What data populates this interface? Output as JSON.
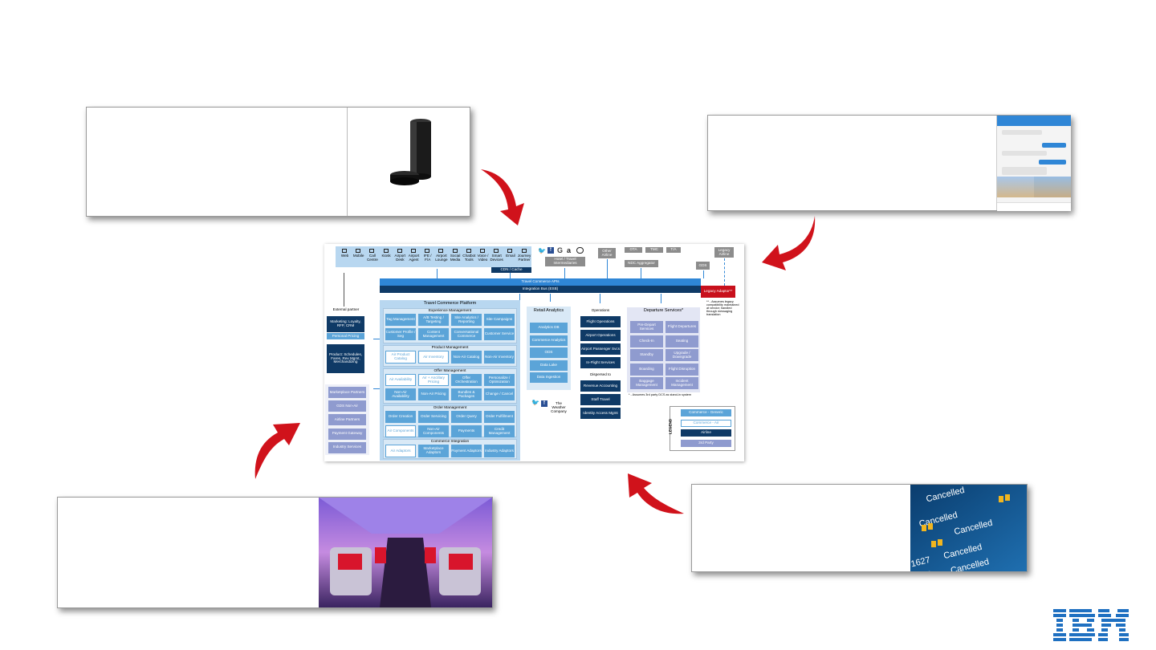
{
  "chart_data": {
    "type": "diagram",
    "channels": [
      {
        "label": "Web"
      },
      {
        "label": "Mobile"
      },
      {
        "label": "Call Centre"
      },
      {
        "label": "Kiosk"
      },
      {
        "label": "Airport Desk"
      },
      {
        "label": "Airport Agent"
      },
      {
        "label": "IFE / F/A"
      },
      {
        "label": "Airport Lounge"
      },
      {
        "label": "Social Media"
      },
      {
        "label": "Chatbot Tools"
      },
      {
        "label": "Voice / Video"
      },
      {
        "label": "Smart Devices"
      },
      {
        "label": "Email"
      },
      {
        "label": "Journey Partner"
      }
    ],
    "cdn_label": "CDN / Cache",
    "social_icons": [
      "twitter-icon",
      "facebook-icon",
      "google-icon",
      "amazon-icon",
      "tripadvisor-icon"
    ],
    "external_top": {
      "intermediaries": "Hotel / Travel Intermediaries",
      "other_airline": "Other Airline",
      "ota": "OTA",
      "tmc": "TMC",
      "ta": "T/A",
      "ndc_aggregator": "NDC Aggregator",
      "gds": "GDS",
      "legacy_airline": "Legacy Airline",
      "legacy_adaptor": "Legacy Adaptor**"
    },
    "bars": {
      "apis": "Travel Commerce APIs",
      "bus": "Integration Bus (ESB)"
    },
    "side_label": "External partner",
    "left_top_blocks": [
      {
        "label": "Marketing: Loyalty, RFP, CRM"
      },
      {
        "label": "Personal Pricing"
      },
      {
        "label": "Product: Schedules, Fares, Rev Mgmt, Merchandizing"
      }
    ],
    "left_bottom_blocks": [
      {
        "label": "Marketplace Partners"
      },
      {
        "label": "GDS Non-Air"
      },
      {
        "label": "Airline Partners"
      },
      {
        "label": "Payment Gateway"
      },
      {
        "label": "Industry Services"
      }
    ],
    "platform": {
      "title": "Travel Commerce Platform",
      "sections": [
        {
          "title": "Experience Management",
          "items": [
            "Tag Management",
            "A/B Testing / Targeting",
            "Site Analytics / Reporting",
            "Site Campaigns",
            "Customer Profile / Seg",
            "Content Management",
            "Conversational Commerce",
            "Customer Service"
          ]
        },
        {
          "title": "Product Management",
          "items": [
            "Air Product Catalog",
            "Air Inventory",
            "Non-Air Catalog",
            "Non-Air Inventory"
          ]
        },
        {
          "title": "Offer Management",
          "items": [
            "Air Availability",
            "Air + Ancillary Pricing",
            "Offer Orchestration",
            "Personalize / Optimization",
            "Non-Air Availability",
            "Non-Air Pricing",
            "Bundles & Packages",
            "Change / Cancel"
          ]
        },
        {
          "title": "Order Management",
          "items": [
            "Order Creation",
            "Order Servicing",
            "Order Query",
            "Order Fulfillment",
            "Air Components",
            "Non-Air Components",
            "Payments",
            "Credit Management"
          ]
        },
        {
          "title": "Commerce Integration",
          "items": [
            "Air Adaptors",
            "Marketplace Adaptors",
            "Payment Adaptors",
            "Industry Adaptors"
          ]
        }
      ]
    },
    "retail": {
      "title": "Retail Analytics",
      "items": [
        "Analytics DB",
        "Commerce Analytics",
        "ODS",
        "Data Lake",
        "Data Ingestion"
      ],
      "weather": "The Weather Company"
    },
    "operations": {
      "title": "Operations",
      "items": [
        "Flight Operations",
        "Airport Operations",
        "Airport Passenger Svcs",
        "In-Flight Services"
      ],
      "dispersed_title": "Dispersed to",
      "dispersed": [
        "Revenue Accounting",
        "Staff Travel",
        "Identity Access Mgmt"
      ]
    },
    "departure": {
      "title": "Departure Services*",
      "items": [
        "Pre-Depart Services",
        "Flight Departures",
        "Check-In",
        "Seating",
        "Standby",
        "Upgrade / Downgrade",
        "Boarding",
        "Flight Disruption",
        "Baggage Management",
        "Incident Management"
      ],
      "note": "* - Assumes 3rd party DCS as stand-in system"
    },
    "legacy_note": "** - Assumes legacy compatibility maintained at vendor; handled through messaging translation",
    "legend": {
      "title": "LEGEND",
      "items": [
        "Commerce - Generic",
        "Commerce - Air",
        "Airline",
        "3rd Party"
      ]
    }
  },
  "colors": {
    "light_blue": "#5ba4d8",
    "dark_blue": "#0f3a66",
    "gray": "#8c8c8c",
    "lavender": "#8f9bcf",
    "red_arrow": "#d0121b",
    "ibm_blue": "#1f70c1"
  },
  "images": {
    "echo": "smart-speaker-photo",
    "chat": "chatbot-phone-screenshot",
    "cabin": "aircraft-cabin-photo",
    "board": "cancelled-flights-board-photo"
  },
  "logo": "IBM"
}
